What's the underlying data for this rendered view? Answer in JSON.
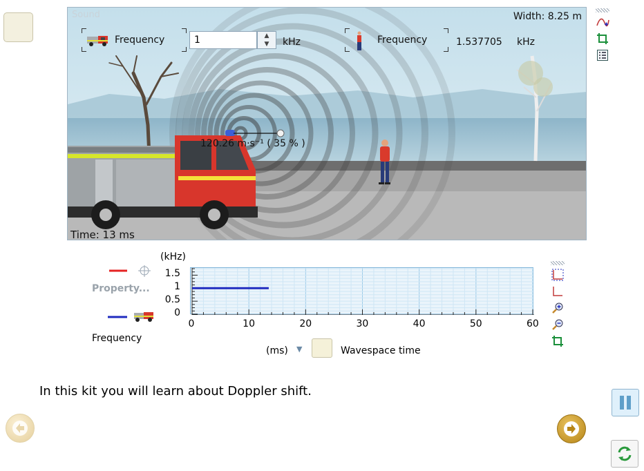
{
  "scene": {
    "watermark": "Sound",
    "width_readout": "Width: 8.25 m",
    "time_readout": "Time: 13 ms",
    "speed_readout": "120.26 m·s⁻¹ ( 35 % )",
    "source_panel": {
      "icon": "fire-truck-icon",
      "label": "Frequency",
      "value": "1",
      "unit": "kHz"
    },
    "observer_panel": {
      "icon": "person-icon",
      "label": "Frequency",
      "value": "1.537705",
      "unit": "kHz"
    }
  },
  "scene_tools": [
    "add-graph-icon",
    "crop-icon",
    "list-icon"
  ],
  "graph": {
    "y_unit": "(kHz)",
    "y_ticks": [
      "1.5",
      "1",
      "0.5",
      "0"
    ],
    "x_ticks": [
      "0",
      "10",
      "20",
      "30",
      "40",
      "50",
      "60"
    ],
    "x_unit": "(ms)",
    "x_axis_label": "Wavespace time",
    "property_label": "Property...",
    "frequency_label": "Frequency",
    "series_colors": {
      "observer": "#e52222",
      "source": "#1f2bbf"
    },
    "source_series": {
      "x": [
        0,
        13.5
      ],
      "y": [
        1,
        1
      ]
    }
  },
  "graph_tools": [
    "axis-select-icon",
    "axis-select-red-icon",
    "zoom-in-icon",
    "zoom-out-icon",
    "crop-icon"
  ],
  "intro_text": "In this kit you will learn about Doppler shift.",
  "controls": {
    "prev": "previous-arrow-icon",
    "next": "next-arrow-icon",
    "pause": "pause-icon",
    "refresh": "refresh-icon"
  }
}
